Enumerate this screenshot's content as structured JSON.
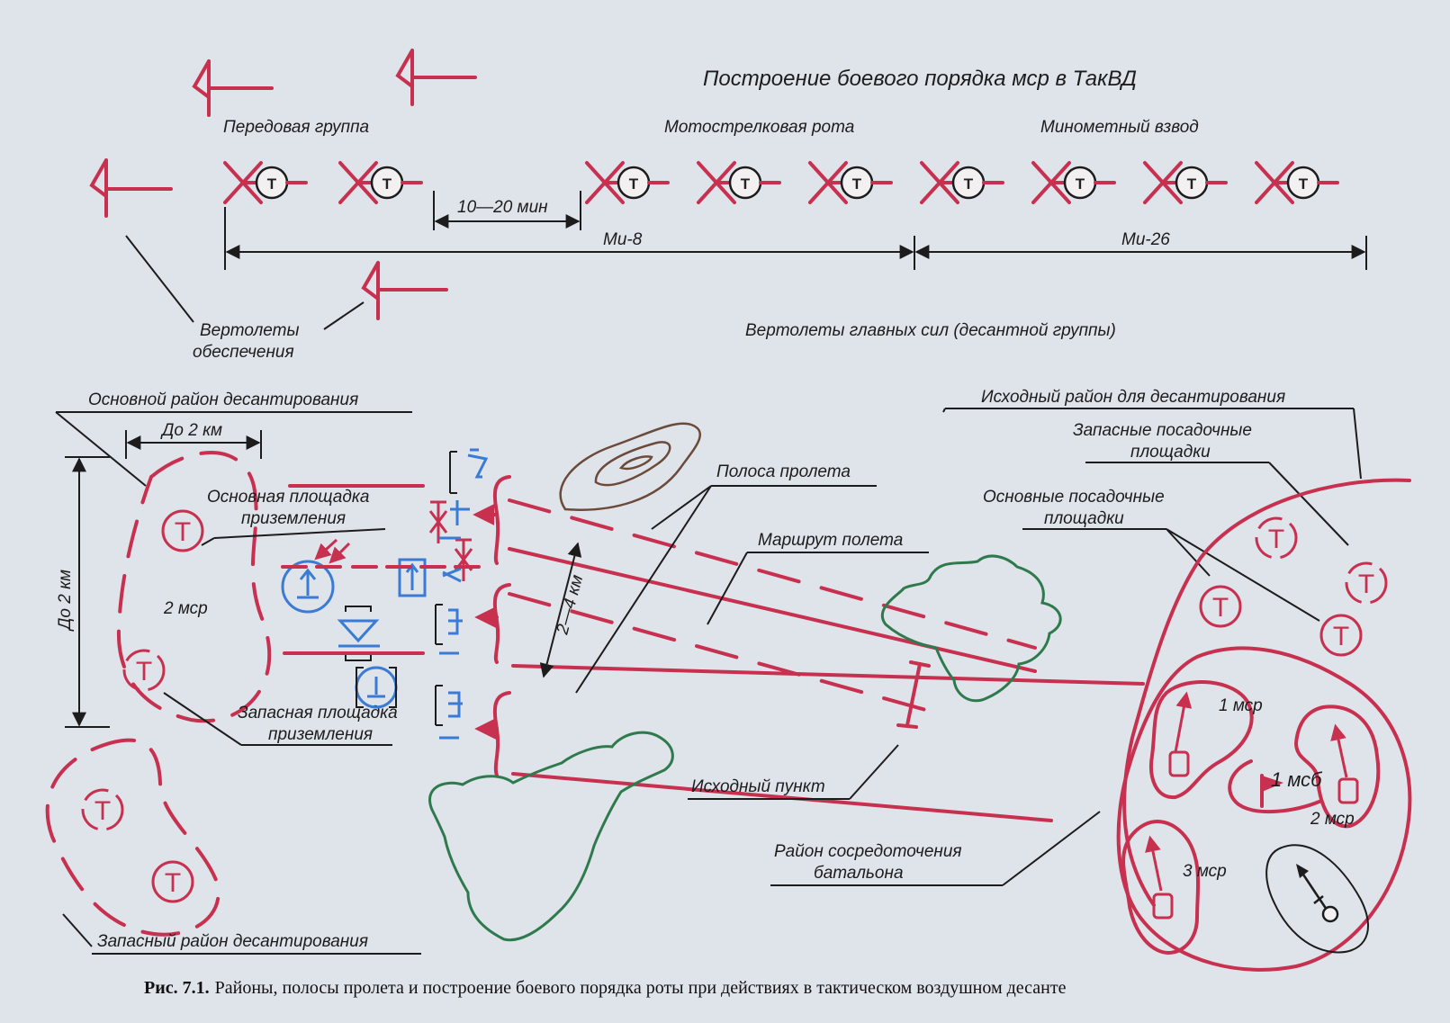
{
  "diagram": {
    "title": "Построение боевого порядка мср в ТакВД",
    "labels": {
      "forward_group": "Передовая группа",
      "motor_rifle_company": "Мотострелковая рота",
      "mortar_platoon": "Минометный взвод",
      "time_gap": "10—20 мин",
      "mi8": "Ми-8",
      "mi26": "Ми-26",
      "support_helicopters_1": "Вертолеты",
      "support_helicopters_2": "обеспечения",
      "main_forces_helicopters": "Вертолеты главных сил (десантной группы)",
      "main_landing_area": "Основной район десантирования",
      "up_to_2km_h": "До 2 км",
      "up_to_2km_v": "До 2 км",
      "main_landing_site_1": "Основная площадка",
      "main_landing_site_2": "приземления",
      "two_mrs": "2 мср",
      "reserve_landing_site_1": "Запасная площадка",
      "reserve_landing_site_2": "приземления",
      "reserve_landing_area": "Запасный район десантирования",
      "flight_strip": "Полоса пролета",
      "flight_route": "Маршрут полета",
      "distance_2_4km": "2—4 км",
      "starting_point": "Исходный пункт",
      "battalion_concentration_area_1": "Район сосредоточения",
      "battalion_concentration_area_2": "батальона",
      "initial_area_for_landing": "Исходный район для десантирования",
      "reserve_boarding_sites_1": "Запасные посадочные",
      "reserve_boarding_sites_2": "площадки",
      "main_boarding_sites_1": "Основные посадочные",
      "main_boarding_sites_2": "площадки",
      "one_mrs": "1 мср",
      "one_msb": "1 мсб",
      "two_mrs_right": "2 мср",
      "three_mrs": "3 мср"
    },
    "symbol_letter": "Т",
    "colors": {
      "red": "#c8304f",
      "blue": "#3a7bd5",
      "green": "#2f7a4d",
      "brown": "#6b4a3a",
      "black": "#1c1c1c"
    },
    "icons": [
      "helicopter-icon",
      "landing-site-icon",
      "forest-icon",
      "hill-contour-icon",
      "flag-icon",
      "armored-vehicle-icon"
    ]
  },
  "caption": {
    "figure_number": "Рис. 7.1.",
    "text": "Районы, полосы пролета и построение боевого порядка роты при действиях в тактическом воздушном десанте"
  }
}
